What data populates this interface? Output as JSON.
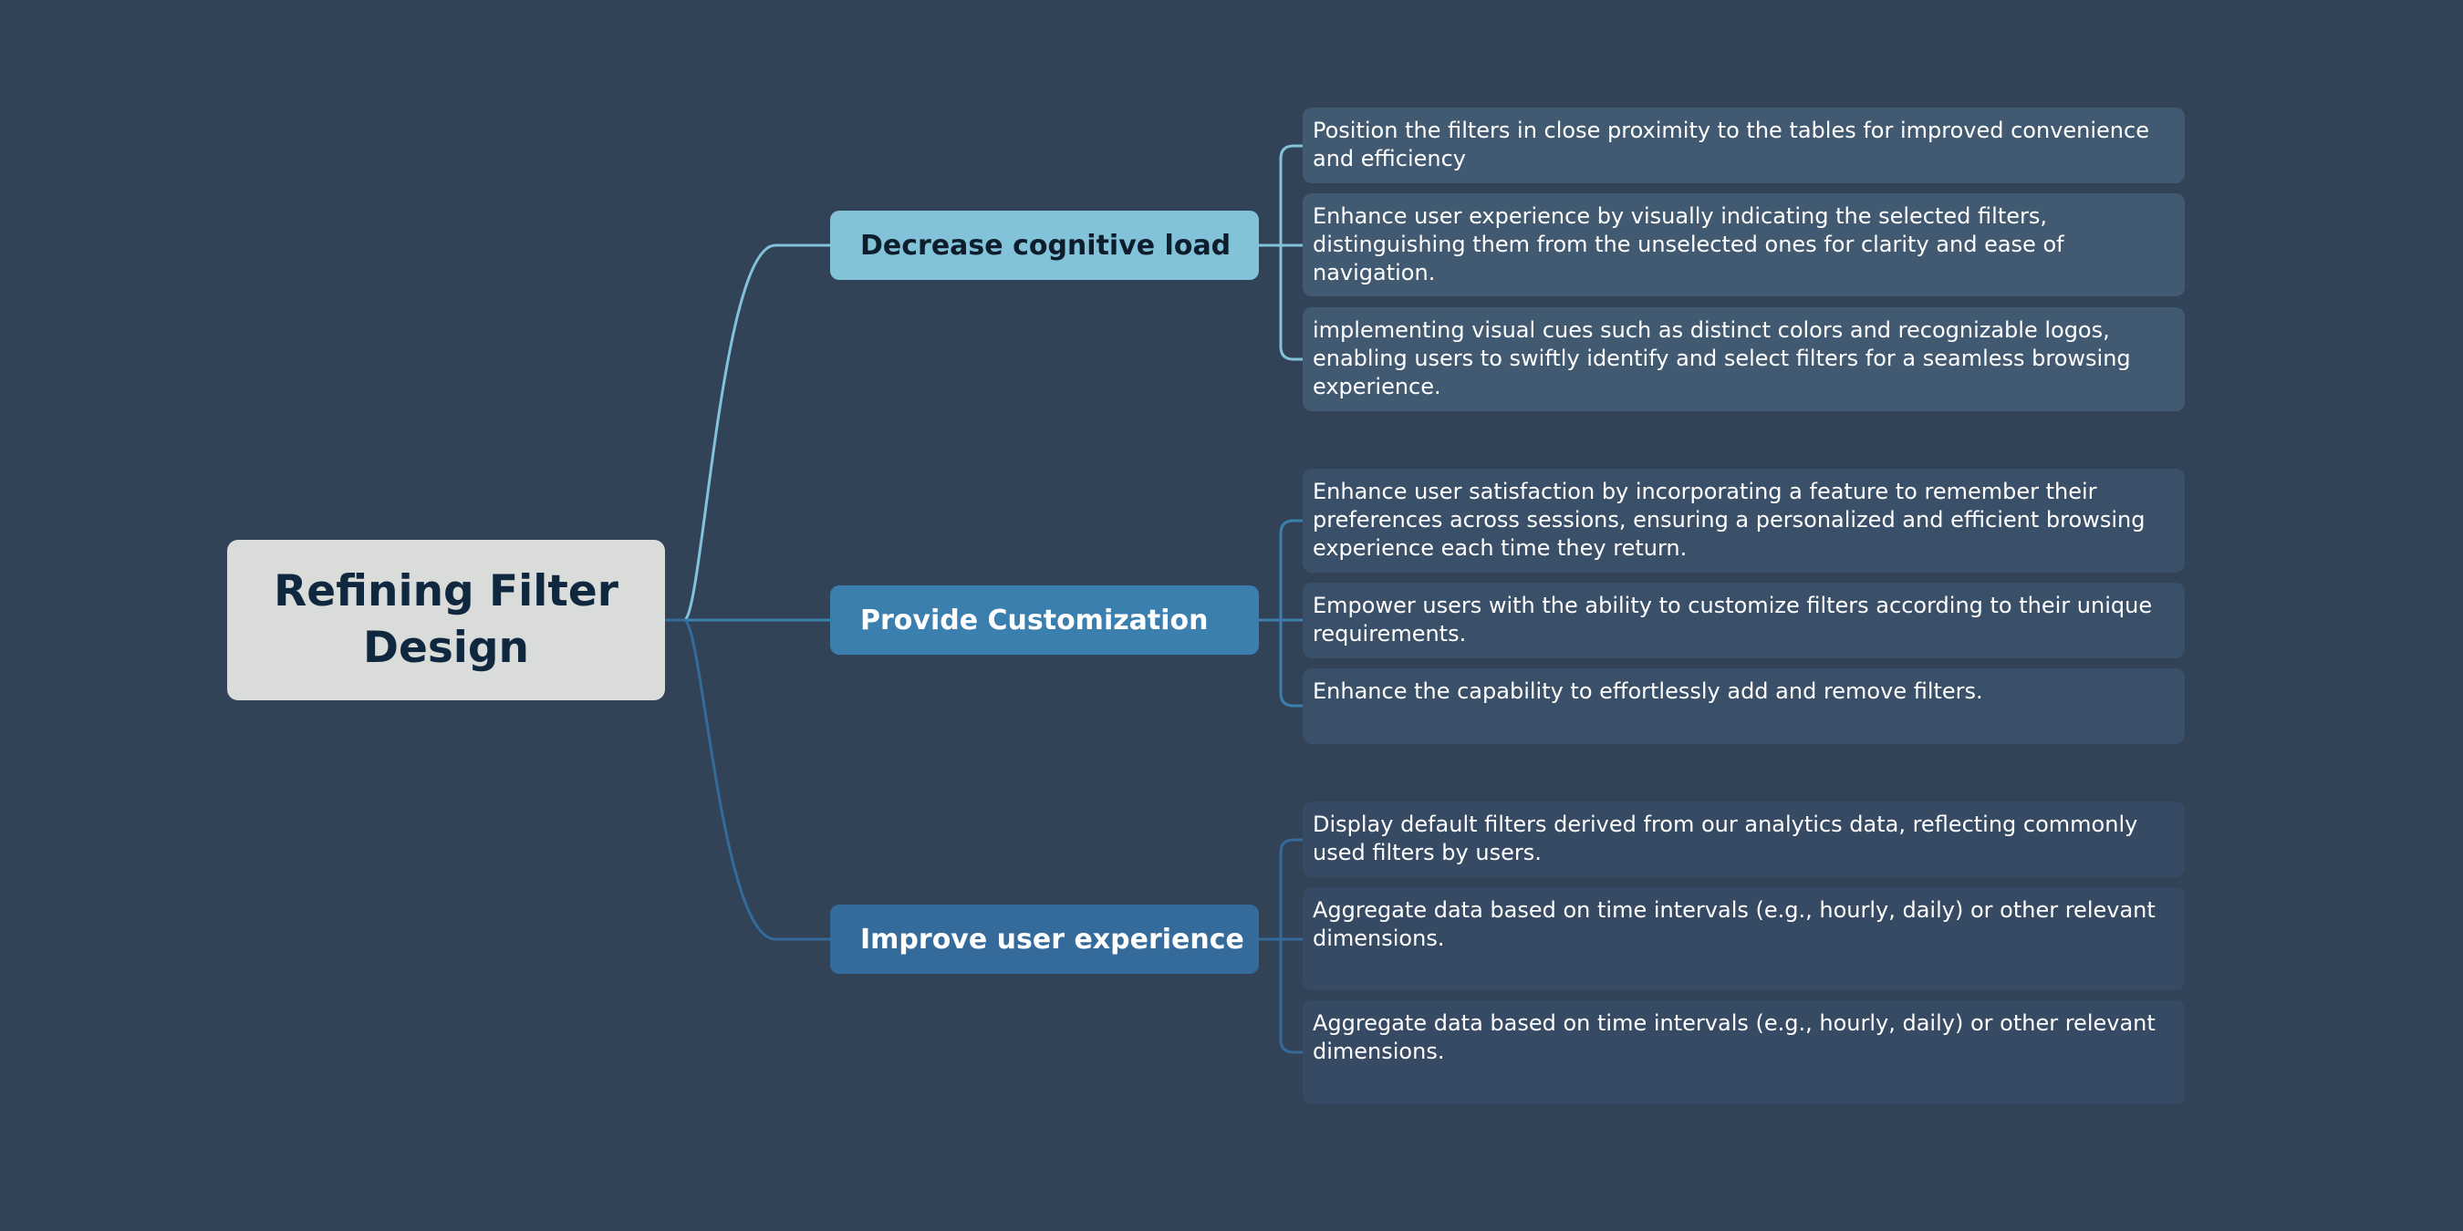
{
  "root": {
    "title_line1": "Refining Filter",
    "title_line2": "Design"
  },
  "branches": [
    {
      "label": "Decrease cognitive load",
      "color": "#82c3da",
      "leaves": [
        "Position the filters in close proximity to the tables for improved convenience and efficiency",
        "Enhance user experience by visually indicating the selected filters, distinguishing them from the unselected ones for clarity and ease of navigation.",
        "implementing visual cues such as distinct colors and recognizable logos, enabling users to swiftly identify and select filters for a seamless browsing experience."
      ]
    },
    {
      "label": "Provide Customization",
      "color": "#3b7faf",
      "leaves": [
        "Enhance user satisfaction by incorporating a feature to remember their preferences across sessions, ensuring a personalized and efficient browsing experience each time they return.",
        "Empower users with the ability to customize filters according to their unique requirements.",
        "Enhance the capability to effortlessly add and remove filters."
      ]
    },
    {
      "label": "Improve user experience",
      "color": "#356b9a",
      "leaves": [
        "Display default filters derived from our analytics data, reflecting commonly used filters by users.",
        "Aggregate data based on time intervals (e.g., hourly, daily) or other relevant dimensions.",
        "Aggregate data based on time intervals (e.g., hourly, daily) or other relevant dimensions."
      ]
    }
  ],
  "colors": {
    "background": "#324257",
    "root_fill": "#d9dcd8",
    "root_text": "#10283f"
  }
}
